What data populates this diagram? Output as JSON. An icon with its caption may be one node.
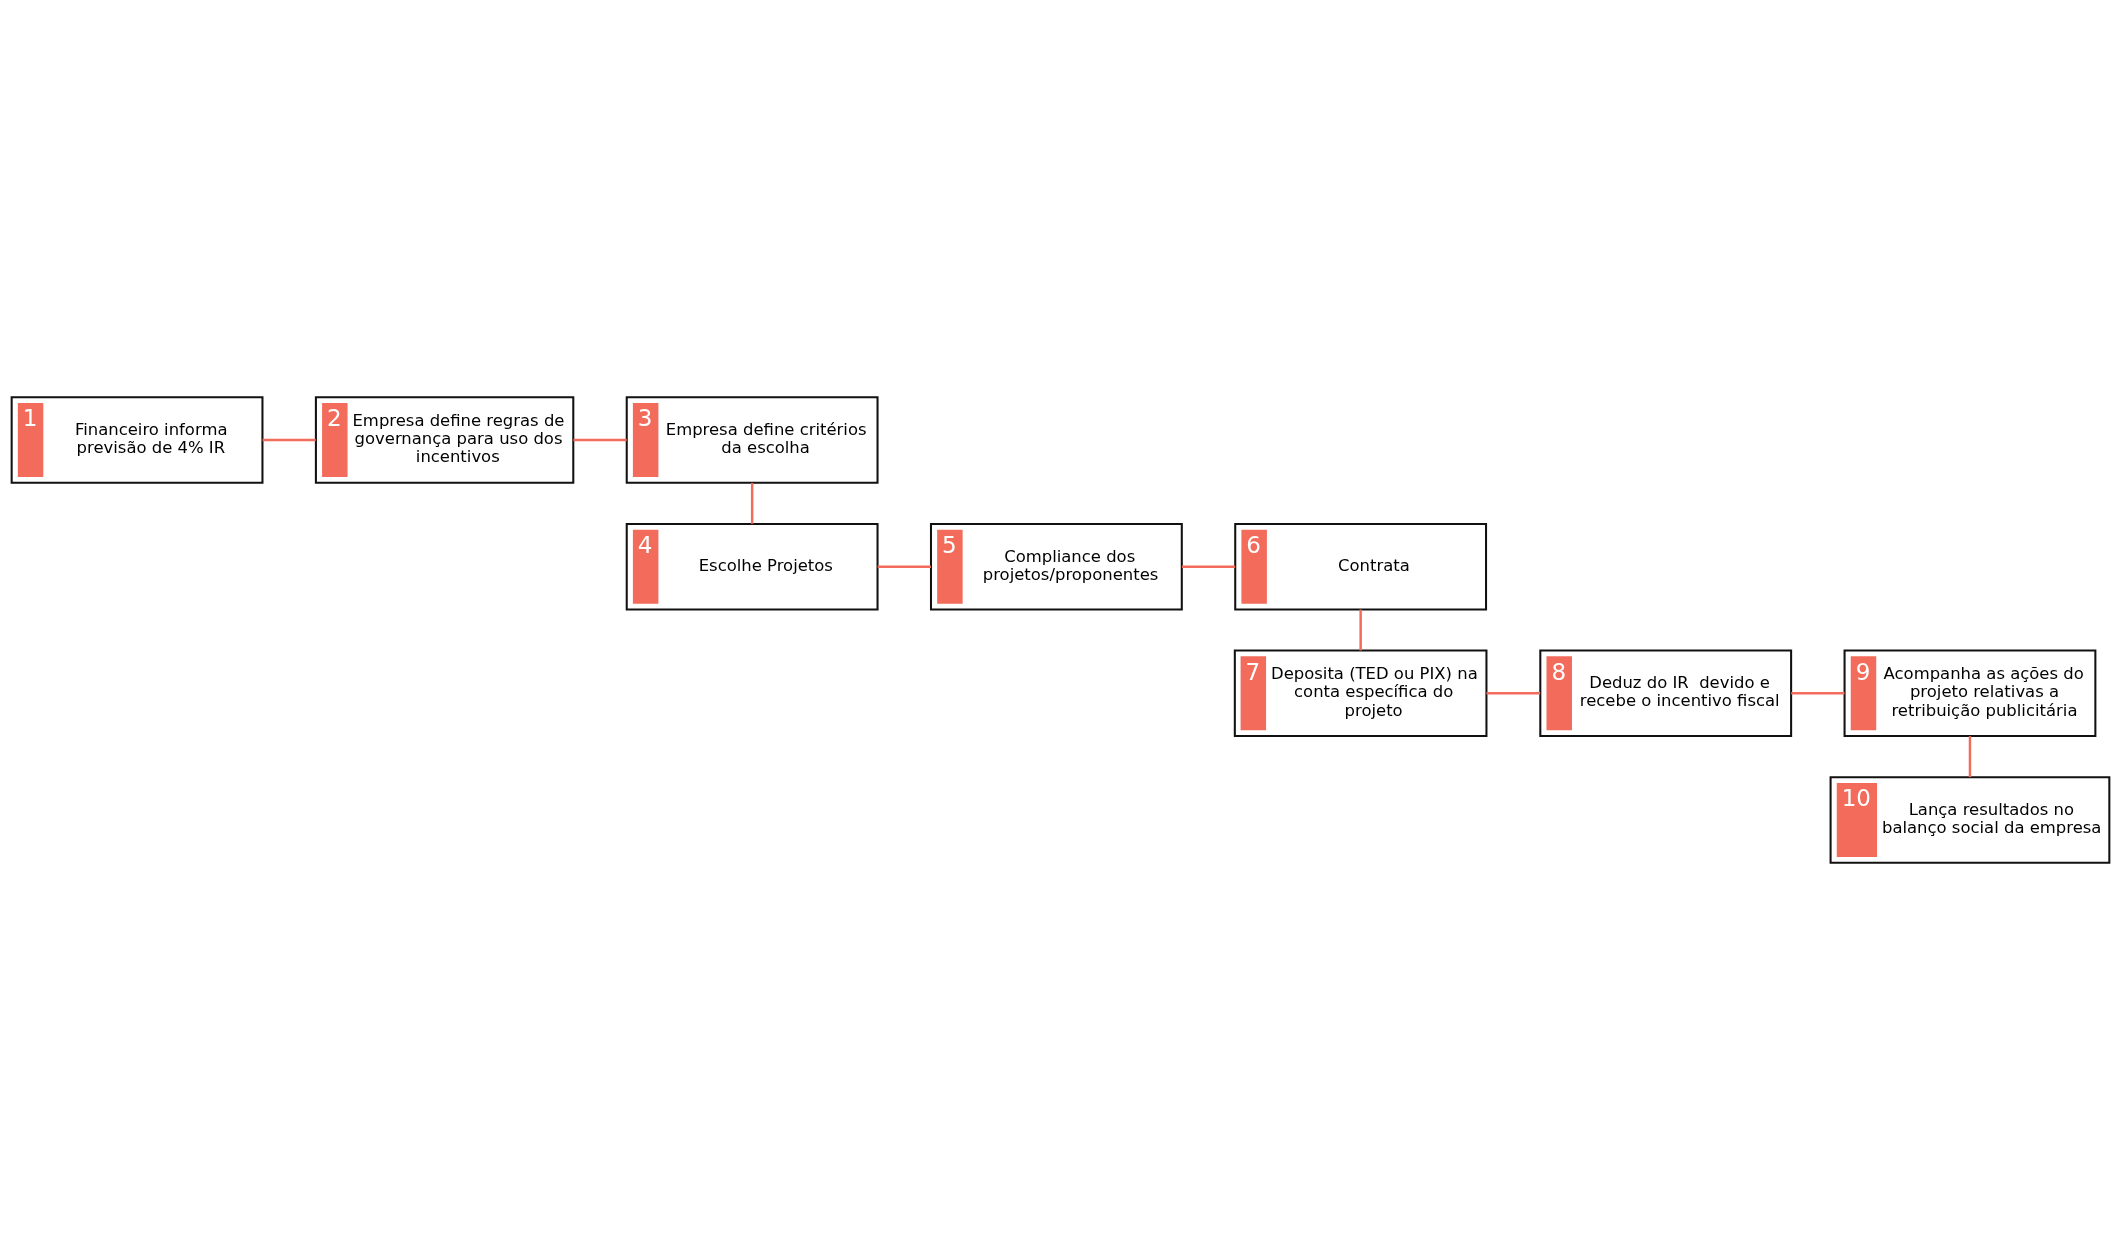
{
  "diagram": {
    "nodes": [
      {
        "text": [
          "1",
          "Financeiro informa previsão de 4% IR"
        ]
      },
      {
        "text": [
          "2",
          "Empresa define regras de governança para uso dos incentivos"
        ]
      },
      {
        "text": [
          "3",
          "Empresa define critérios da escolha"
        ]
      },
      {
        "text": [
          "4",
          "Escolhe Projetos"
        ]
      },
      {
        "text": [
          "5",
          "Compliance dos projetos/proponentes"
        ]
      },
      {
        "text": [
          "6",
          "Contrata"
        ]
      },
      {
        "text": [
          "7",
          "Deposita (TED ou PIX) na conta específica do projeto"
        ]
      },
      {
        "text": [
          "8",
          "Deduz do IR  devido e recebe o incentivo fiscal"
        ]
      },
      {
        "text": [
          "9",
          "Acompanha as ações do projeto relativas a retribuição publicitária"
        ]
      },
      {
        "text": [
          "10",
          "Lança resultados no balanço social da empresa"
        ]
      }
    ],
    "edges": [
      {
        "from": 0,
        "to": 1,
        "arrow": "none"
      },
      {
        "from": 1,
        "to": 2,
        "arrow": "none"
      },
      {
        "from": 2,
        "to": 3,
        "arrow": "none"
      },
      {
        "from": 3,
        "to": 4,
        "arrow": "none"
      },
      {
        "from": 4,
        "to": 5,
        "arrow": "none"
      },
      {
        "from": 5,
        "to": 6,
        "arrow": "none"
      },
      {
        "from": 6,
        "to": 7,
        "arrow": "none"
      },
      {
        "from": 7,
        "to": 8,
        "arrow": "none"
      },
      {
        "from": 8,
        "to": 9,
        "arrow": "none"
      }
    ]
  }
}
